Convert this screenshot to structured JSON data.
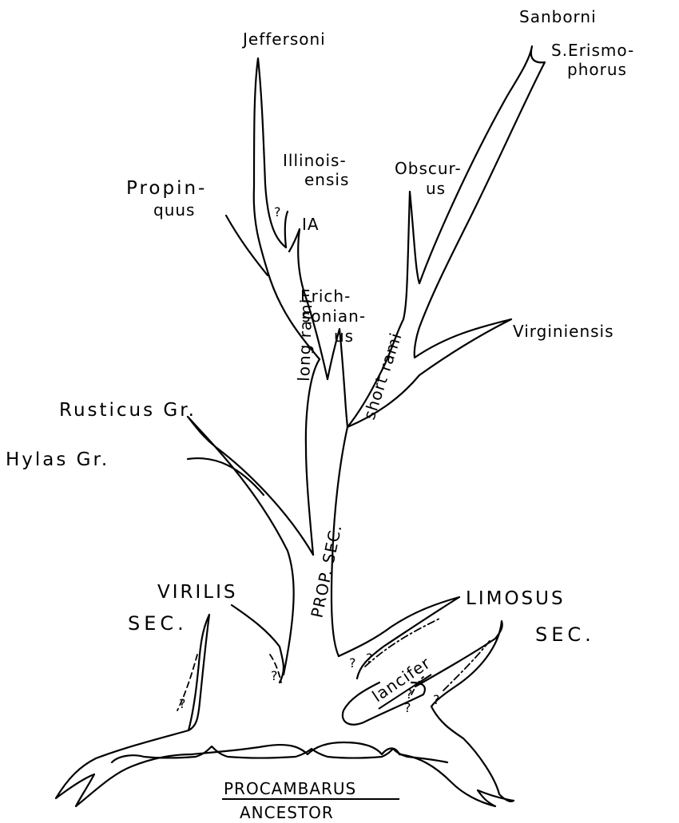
{
  "labels": {
    "jeffersoni": "Jeffersoni",
    "sanborni": "Sanborni",
    "erismophorus_1": "S.Erismo-",
    "erismophorus_2": "phorus",
    "illinoisensis_1": "Illinois-",
    "illinoisensis_2": "ensis",
    "obscurus_1": "Obscur-",
    "obscurus_2": "us",
    "propinquus_1": "Propin-",
    "propinquus_2": "quus",
    "ia": "IA",
    "erichsonianus_1": "Erich-",
    "erichsonianus_2": "sonian-",
    "erichsonianus_3": "us",
    "virginiensis": "Virginiensis",
    "long_rami": "long rami",
    "short_rami": "short rami",
    "rusticus": "Rusticus Gr.",
    "hylas": "Hylas Gr.",
    "prop_sec": "PROP. SEC.",
    "virilis_1": "VIRILIS",
    "virilis_2": "SEC.",
    "limosus_1": "LIMOSUS",
    "limosus_2": "SEC.",
    "lancifer": "lancifer",
    "ancestor_1": "PROCAMBARUS",
    "ancestor_2": "ANCESTOR",
    "question_mark": "?"
  }
}
